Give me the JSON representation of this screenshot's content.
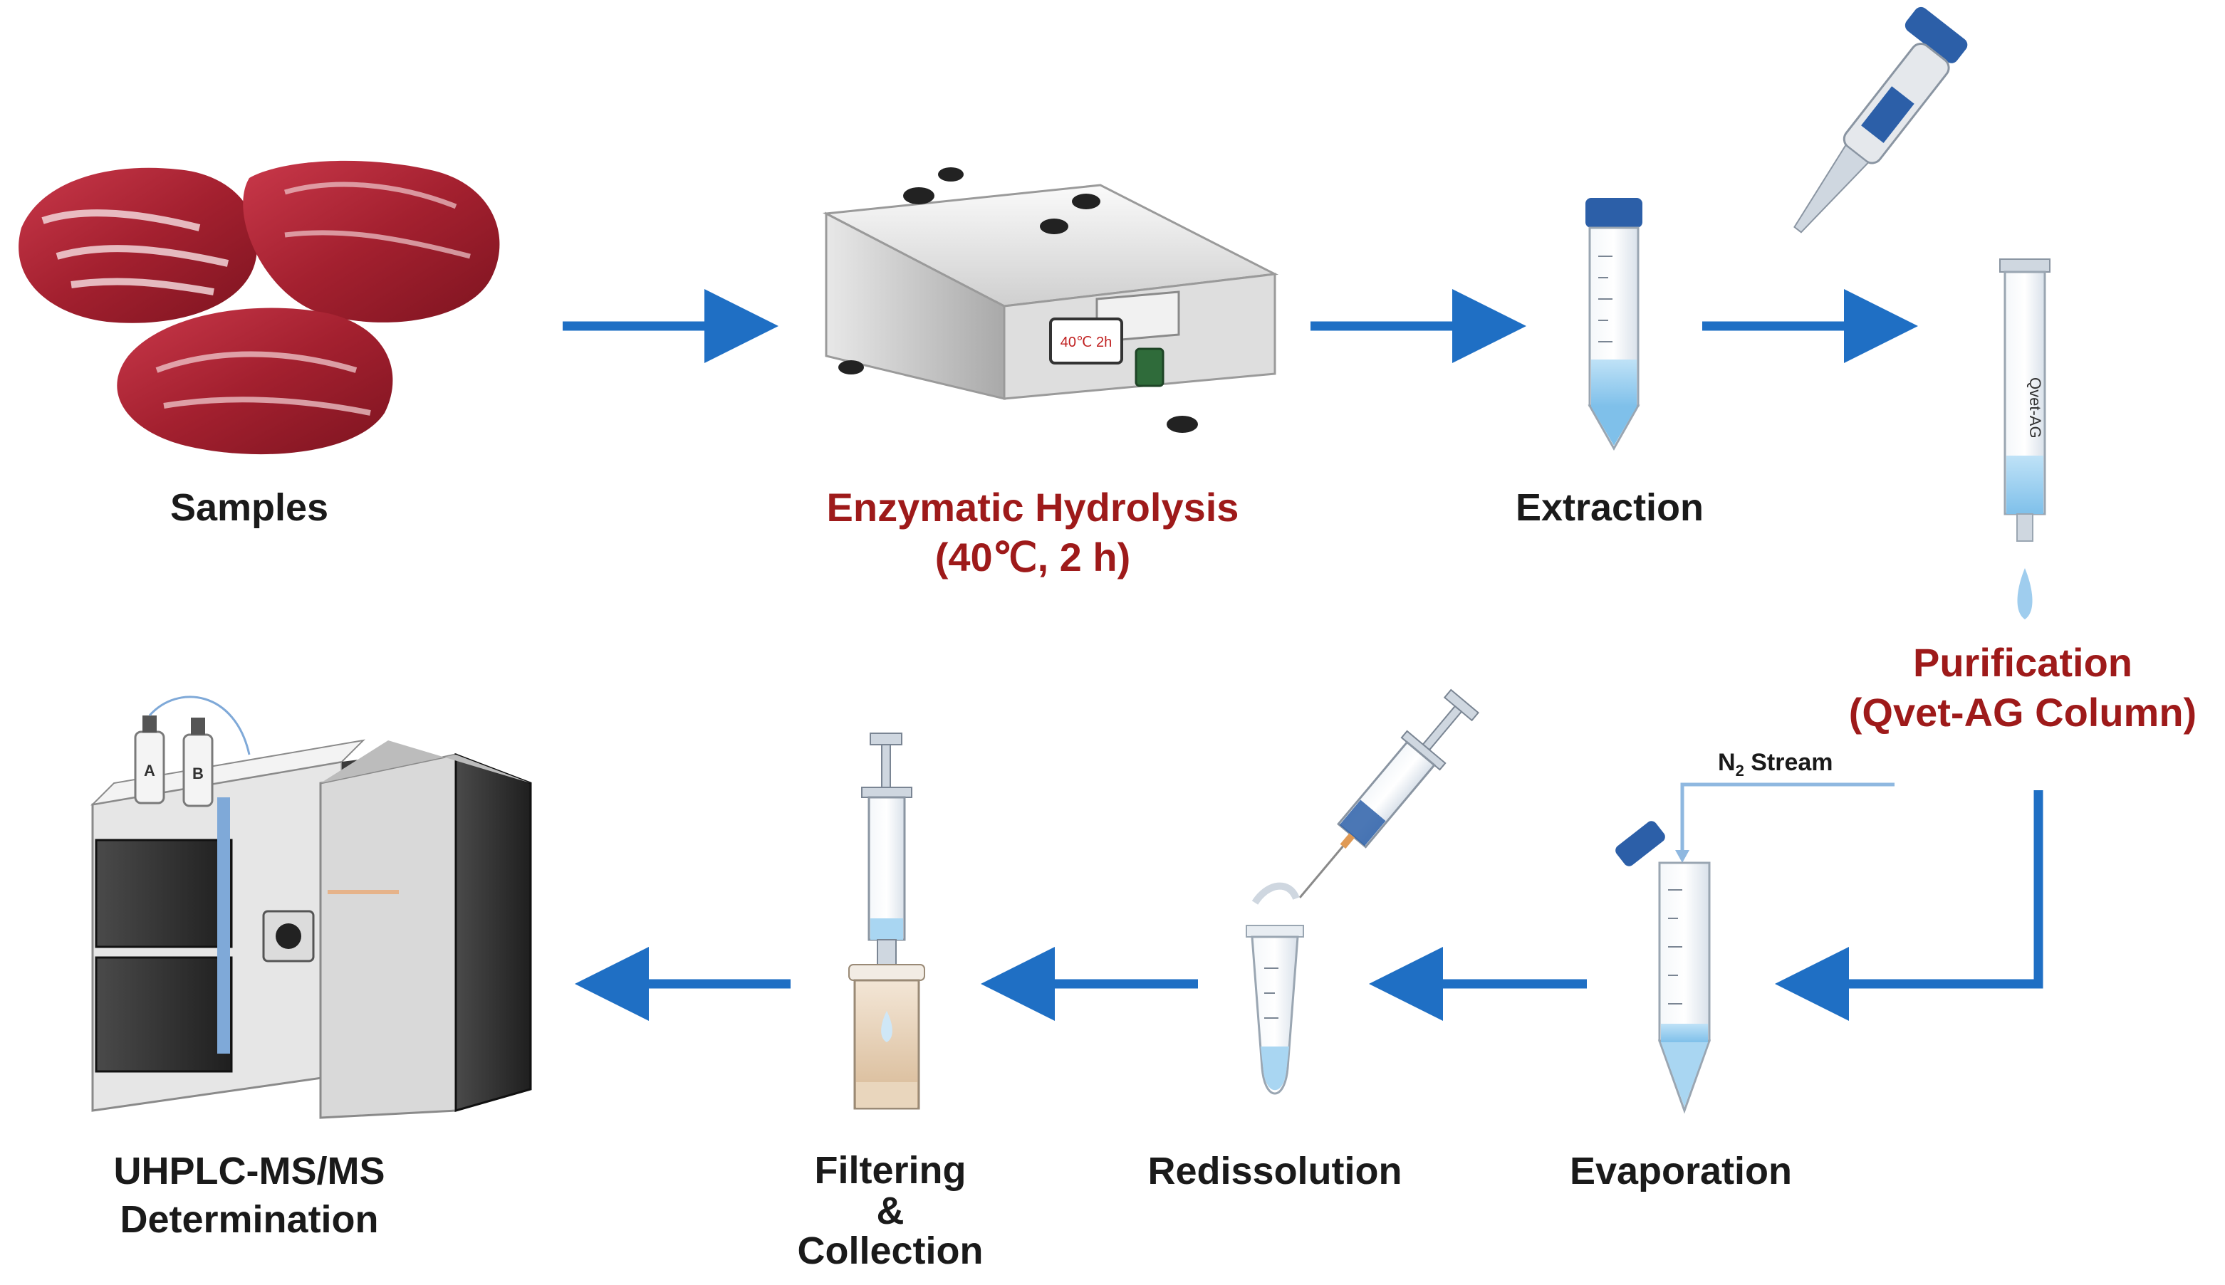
{
  "steps": {
    "samples": "Samples",
    "hydrolysis_line1": "Enzymatic Hydrolysis",
    "hydrolysis_line2": "(40℃, 2 h)",
    "extraction": "Extraction",
    "purification_line1": "Purification",
    "purification_line2": "(Qvet-AG Column)",
    "evaporation": "Evaporation",
    "redissolution": "Redissolution",
    "filtering_line1": "Filtering",
    "filtering_line2": "&",
    "filtering_line3": "Collection",
    "uhplc_line1": "UHPLC-MS/MS",
    "uhplc_line2": "Determination"
  },
  "annotations": {
    "n2_main": "N",
    "n2_sub": "2",
    "n2_rest": " Stream",
    "column_label": "Qvet-AG",
    "display_reading": "40℃ 2h",
    "bottle_a": "A",
    "bottle_b": "B"
  },
  "colors": {
    "arrow": "#1f6fc4",
    "accent_red": "#9e1a1a",
    "text": "#1a1a1a",
    "liquid": "#a9d6f2",
    "cap_blue": "#2c5fa8"
  }
}
